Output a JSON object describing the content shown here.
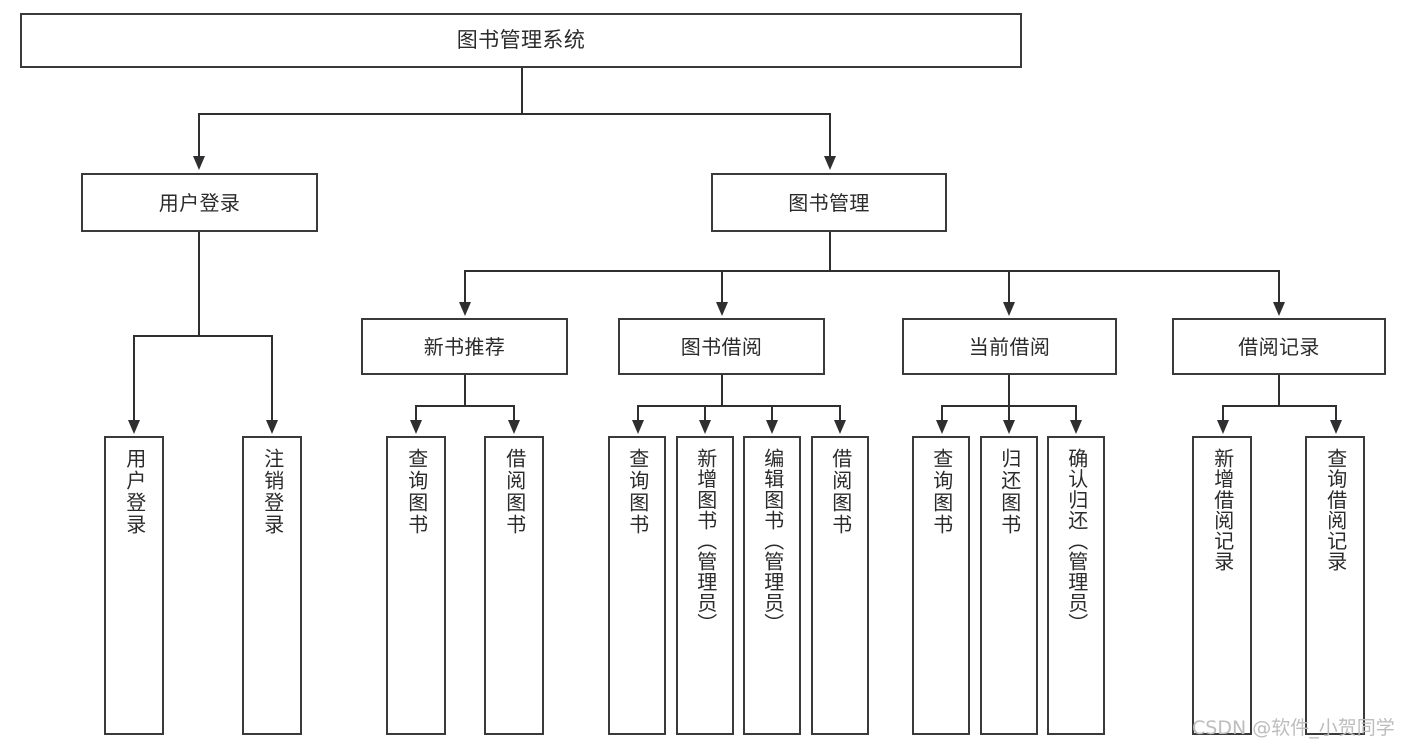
{
  "diagram": {
    "title": "图书管理系统",
    "type": "tree",
    "watermark": "CSDN @软件_小贺同学",
    "colors": {
      "box_border": "#3a3a3c",
      "connector": "#2f2f31",
      "text": "#2b2b2b",
      "background": "#ffffff",
      "watermark": "#bdbdbd"
    },
    "root": {
      "label": "图书管理系统"
    },
    "level2": [
      {
        "label": "用户登录"
      },
      {
        "label": "图书管理"
      }
    ],
    "level3": [
      {
        "label": "新书推荐"
      },
      {
        "label": "图书借阅"
      },
      {
        "label": "当前借阅"
      },
      {
        "label": "借阅记录"
      }
    ],
    "leaves": {
      "user_login": [
        {
          "label": "用户登录"
        },
        {
          "label": "注销登录"
        }
      ],
      "new_book": [
        {
          "label": "查询图书"
        },
        {
          "label": "借阅图书"
        }
      ],
      "book_borrow": [
        {
          "label": "查询图书"
        },
        {
          "label": "新增图书（管理员）"
        },
        {
          "label": "编辑图书（管理员）"
        },
        {
          "label": "借阅图书"
        }
      ],
      "current_borrow": [
        {
          "label": "查询图书"
        },
        {
          "label": "归还图书"
        },
        {
          "label": "确认归还（管理员）"
        }
      ],
      "borrow_record": [
        {
          "label": "新增借阅记录"
        },
        {
          "label": "查询借阅记录"
        }
      ]
    }
  }
}
